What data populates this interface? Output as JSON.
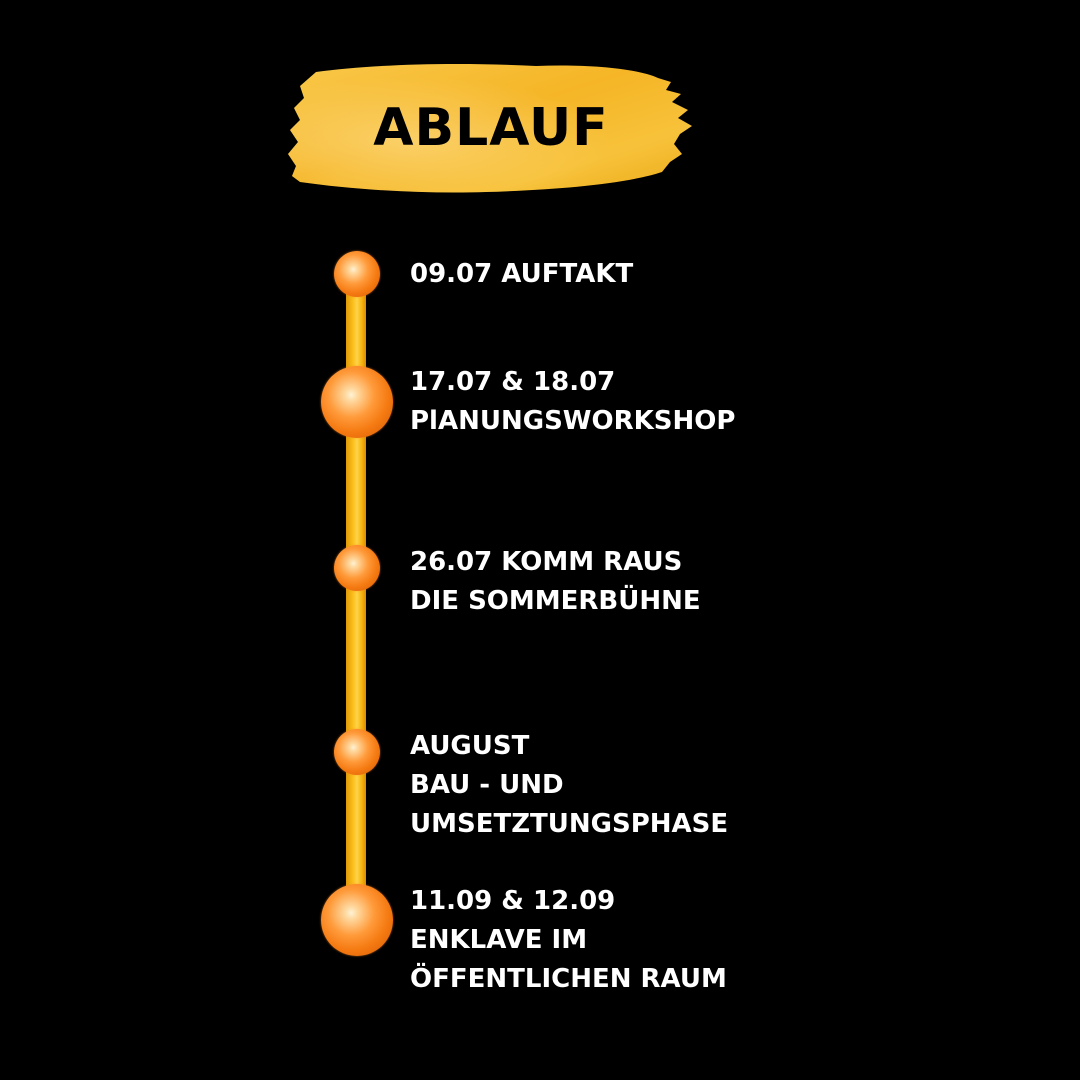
{
  "title": "ABLAUF",
  "colors": {
    "background": "#000000",
    "banner": "#f7b92a",
    "timeline": "#fbbf1c",
    "dot": "#f57a12",
    "text": "#ffffff",
    "title_text": "#000000"
  },
  "events": [
    {
      "lines": [
        "09.07 AUFTAKT"
      ]
    },
    {
      "lines": [
        "17.07 & 18.07",
        "PlANUNGSWORKSHOP"
      ]
    },
    {
      "lines": [
        "26.07 KOMM RAUS",
        "DIE SOMMERBÜHNE"
      ]
    },
    {
      "lines": [
        "AUGUST",
        "BAU - UND",
        "UMSETZTUNGSPHASE"
      ]
    },
    {
      "lines": [
        "11.09 & 12.09",
        "ENKLAVE IM",
        "ÖFFENTLICHEN RAUM"
      ]
    }
  ]
}
